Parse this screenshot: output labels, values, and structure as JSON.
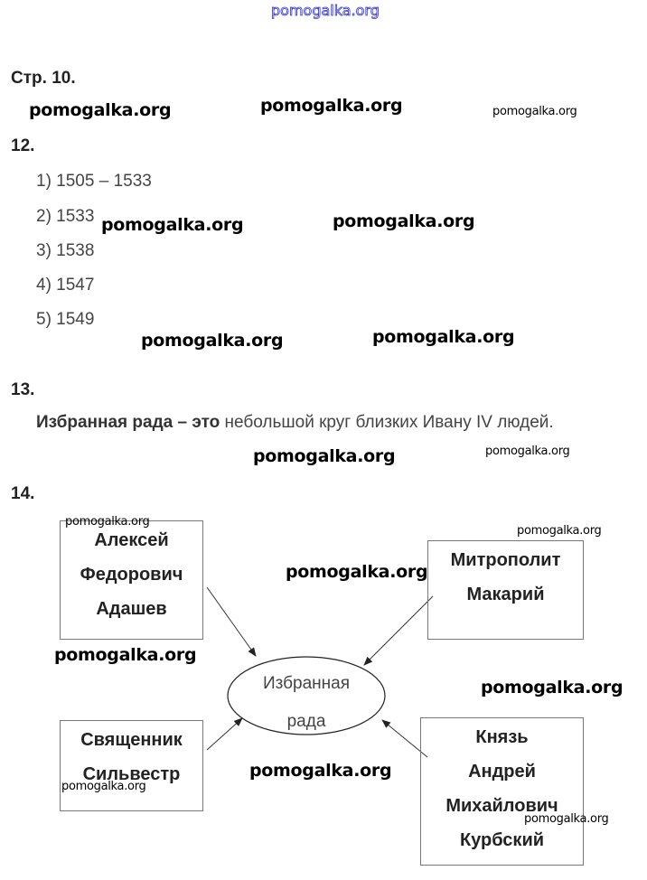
{
  "header_watermark": "pomogalka.org",
  "page_label": "Стр. 10.",
  "task12": {
    "number": "12.",
    "items": [
      "1) 1505 – 1533",
      "2) 1533",
      "3) 1538",
      "4) 1547",
      "5) 1549"
    ]
  },
  "task13": {
    "number": "13.",
    "term": "Избранная рада – это",
    "definition": " небольшой круг близких Ивану IV людей."
  },
  "task14": {
    "number": "14.",
    "center": [
      "Избранная",
      "рада"
    ],
    "boxes": [
      {
        "lines": [
          "Алексей",
          "Федорович",
          "Адашев"
        ]
      },
      {
        "lines": [
          "Митрополит",
          "Макарий"
        ]
      },
      {
        "lines": [
          "Священник",
          "Сильвестр"
        ]
      },
      {
        "lines": [
          "Князь",
          "Андрей",
          "Михайлович",
          "Курбский"
        ]
      }
    ]
  },
  "watermarks": [
    "pomogalka.org"
  ]
}
